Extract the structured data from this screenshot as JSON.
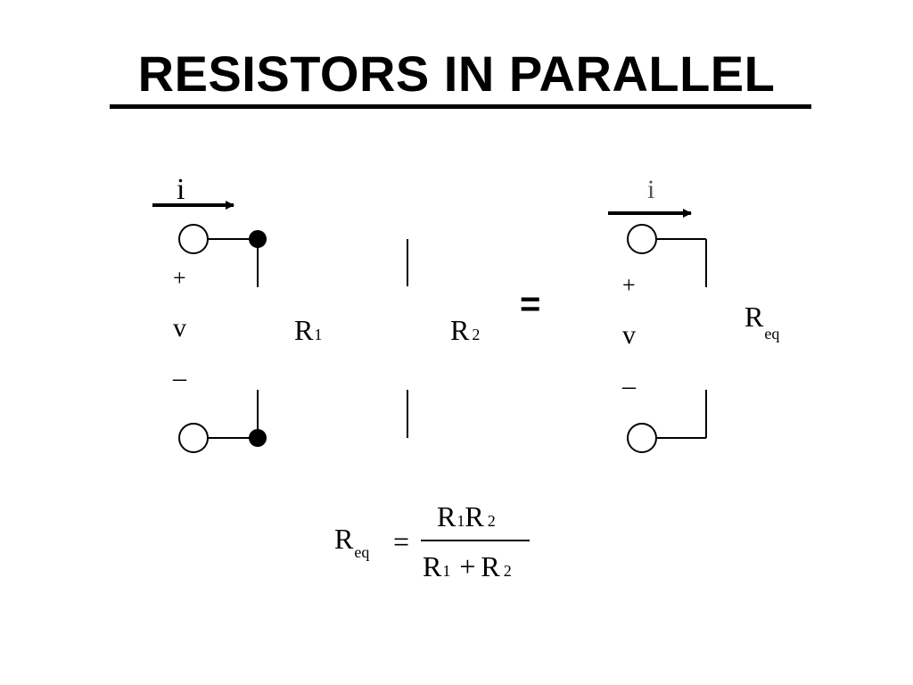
{
  "slide": {
    "title": "RESISTORS IN PARALLEL"
  },
  "left_circuit": {
    "current_label": "i",
    "plus_label": "+",
    "voltage_label": "v",
    "minus_label": "–",
    "r1_main": "R",
    "r1_sub": "1",
    "r2_main": "R",
    "r2_sub": "2"
  },
  "equals_sign": "=",
  "right_circuit": {
    "current_label": "i",
    "plus_label": "+",
    "voltage_label": "v",
    "minus_label": "–",
    "req_main": "R",
    "req_sub": "eq"
  },
  "formula": {
    "lhs_main": "R",
    "lhs_sub": "eq",
    "equals": "=",
    "num_r1_main": "R",
    "num_r1_sub": "1",
    "num_r2_main": "R",
    "num_r2_sub": "2",
    "den_r1_main": "R",
    "den_r1_sub": "1",
    "den_plus": "+",
    "den_r2_main": "R",
    "den_r2_sub": "2"
  },
  "colors": {
    "ink": "#000000",
    "background": "#ffffff"
  }
}
